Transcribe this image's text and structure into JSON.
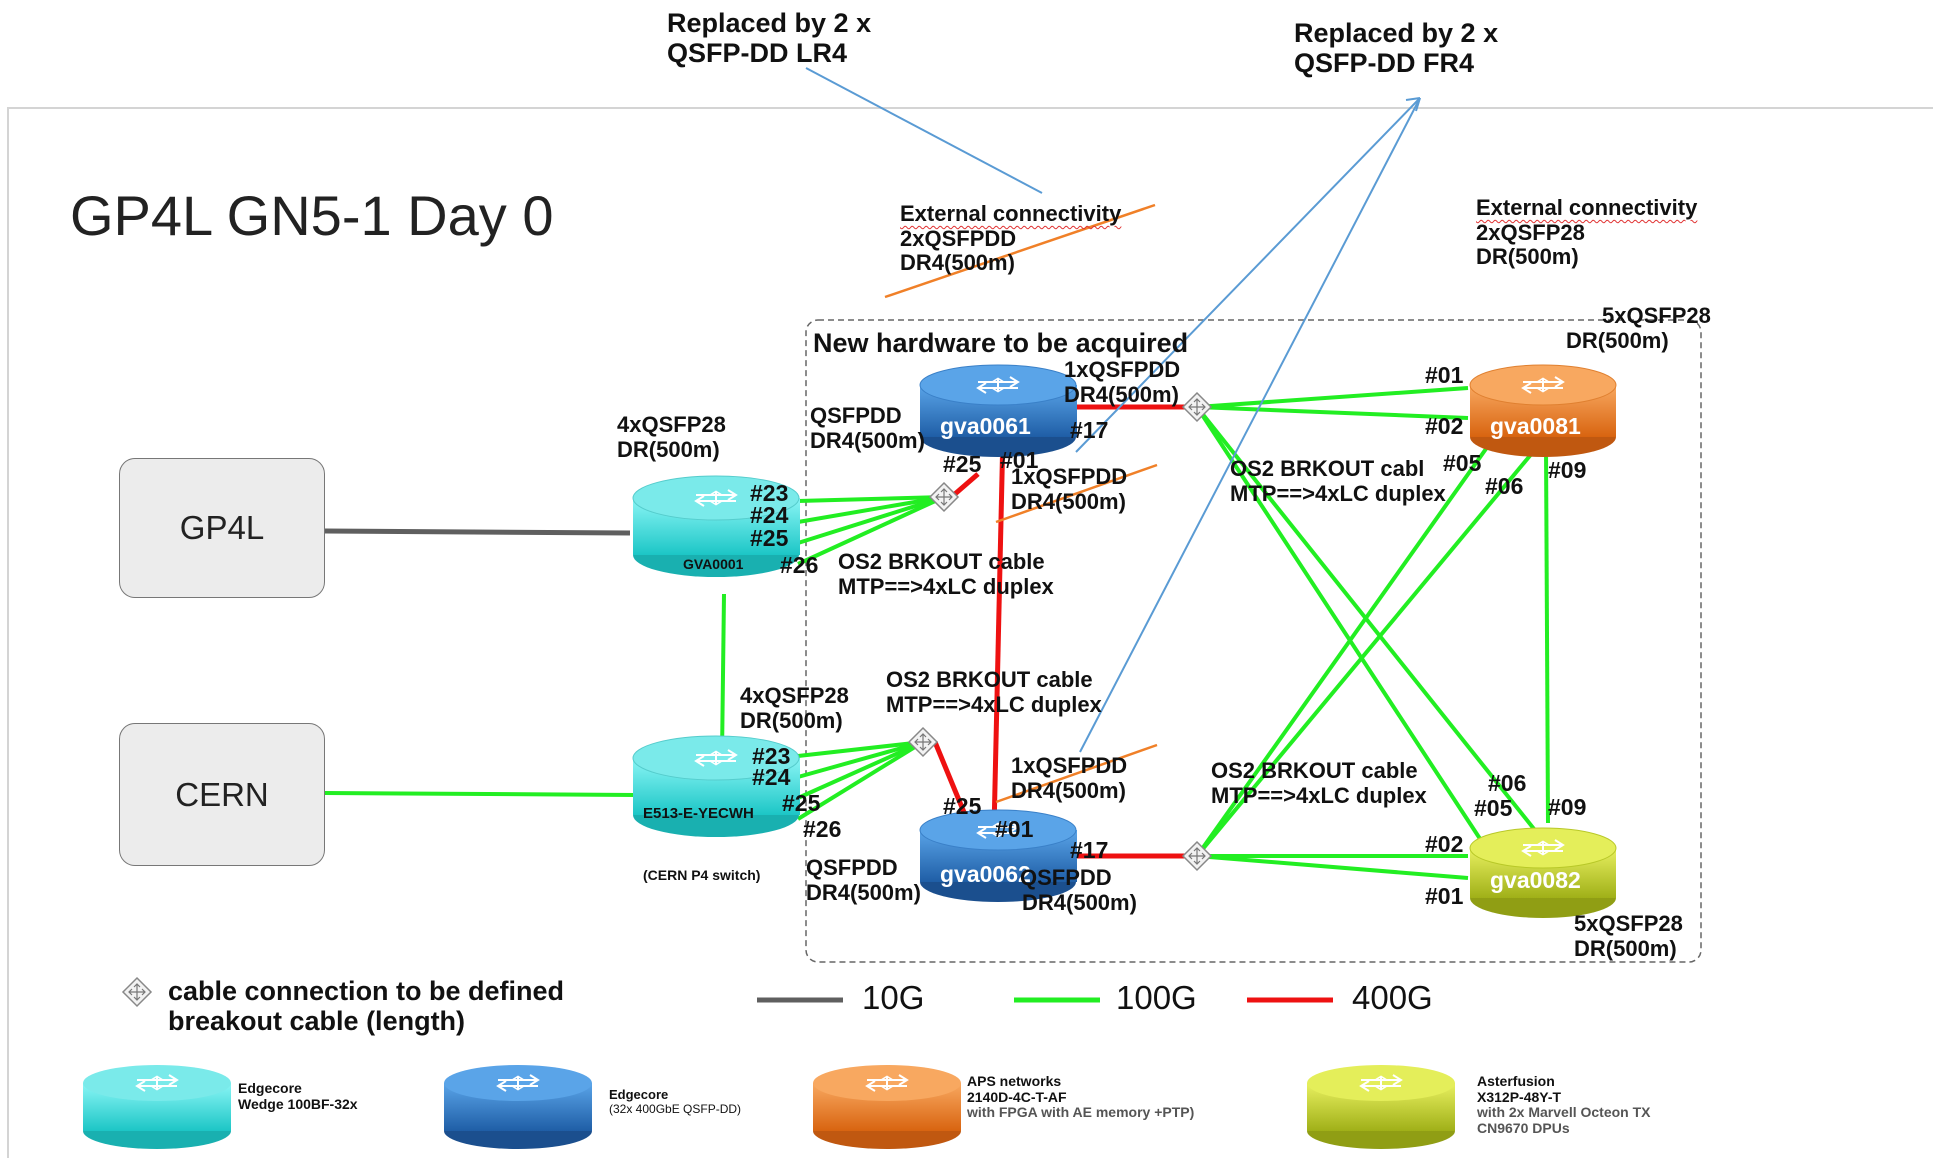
{
  "title": "GP4L GN5-1 Day 0",
  "notes": {
    "replaced_lr4": [
      "Replaced by 2 x",
      "QSFP-DD LR4"
    ],
    "replaced_fr4": [
      "Replaced by 2 x",
      "QSFP-DD FR4"
    ]
  },
  "external_left": {
    "heading": "External connectivity",
    "line2": "2xQSFPDD",
    "line3": "DR4(500m)"
  },
  "external_right": {
    "heading": "External connectivity",
    "line2": "2xQSFP28",
    "line3": "DR(500m)"
  },
  "new_hw_label": "New hardware to be acquired",
  "sites": {
    "gp4l": "GP4L",
    "cern": "CERN"
  },
  "devices": {
    "gva0001": "GVA0001",
    "e513": "E513-E-YECWH",
    "e513_note": "(CERN P4 switch)",
    "gva0061": "gva0061",
    "gva0062": "gva0062",
    "gva0081": "gva0081",
    "gva0082": "gva0082"
  },
  "optics": {
    "q28_top": [
      "4xQSFP28",
      "DR(500m)"
    ],
    "q28_mid": [
      "4xQSFP28",
      "DR(500m)"
    ],
    "qsfpdd_61_left": [
      "QSFPDD",
      "DR4(500m)"
    ],
    "qsfpdd_61_top": [
      "1xQSFPDD",
      "DR4(500m)"
    ],
    "qsfpdd_61_bottom": [
      "1xQSFPDD",
      "DR4(500m)"
    ],
    "qsfpdd_62_top": [
      "1xQSFPDD",
      "DR4(500m)"
    ],
    "qsfpdd_62_left": [
      "QSFPDD",
      "DR4(500m)"
    ],
    "qsfpdd_62_right": [
      "QSFPDD",
      "DR4(500m)"
    ],
    "q28_81": [
      "5xQSFP28",
      "DR(500m)"
    ],
    "q28_82": [
      "5xQSFP28",
      "DR(500m)"
    ]
  },
  "cables": {
    "brk1": [
      "OS2 BRKOUT cable",
      "MTP==>4xLC duplex"
    ],
    "brk2": [
      "OS2 BRKOUT cable",
      "MTP==>4xLC duplex"
    ],
    "brk3": [
      "OS2 BRKOUT cabl",
      "MTP==>4xLC duplex"
    ],
    "brk4": [
      "OS2 BRKOUT cable",
      "MTP==>4xLC duplex"
    ]
  },
  "ports": {
    "a23": "#23",
    "a24": "#24",
    "a25": "#25",
    "a26": "#26",
    "b23": "#23",
    "b24": "#24",
    "b25": "#25",
    "b26": "#26",
    "g61_25": "#25",
    "g61_01": "#01",
    "g61_17": "#17",
    "g62_25": "#25",
    "g62_01": "#01",
    "g62_17": "#17",
    "g81_01": "#01",
    "g81_02": "#02",
    "g81_05": "#05",
    "g81_06": "#06",
    "g81_09": "#09",
    "g82_06": "#06",
    "g82_05": "#05",
    "g82_09": "#09",
    "g82_02": "#02",
    "g82_01": "#01"
  },
  "legend": {
    "connector_line1": "cable connection to be defined",
    "connector_line2": "breakout cable (length)",
    "speed_10g": "10G",
    "speed_100g": "100G",
    "speed_400g": "400G",
    "colors": {
      "10G": "#5f5f5f",
      "100G": "#22ee22",
      "400G": "#ee1111"
    }
  },
  "hardware_legend": [
    {
      "lines": [
        "Edgecore",
        "Wedge 100BF-32x"
      ],
      "color": "#3fe0e0"
    },
    {
      "lines": [
        "Edgecore",
        "(32x 400GbE QSFP-DD)"
      ],
      "color": "#2c78c8"
    },
    {
      "lines": [
        "APS networks",
        "2140D-4C-T-AF",
        "with FPGA with AE memory +PTP)"
      ],
      "color": "#ee7a22"
    },
    {
      "lines": [
        "Asterfusion",
        "X312P-48Y-T",
        "with 2x Marvell Octeon TX",
        "CN9670 DPUs"
      ],
      "color": "#c2d42a"
    }
  ]
}
